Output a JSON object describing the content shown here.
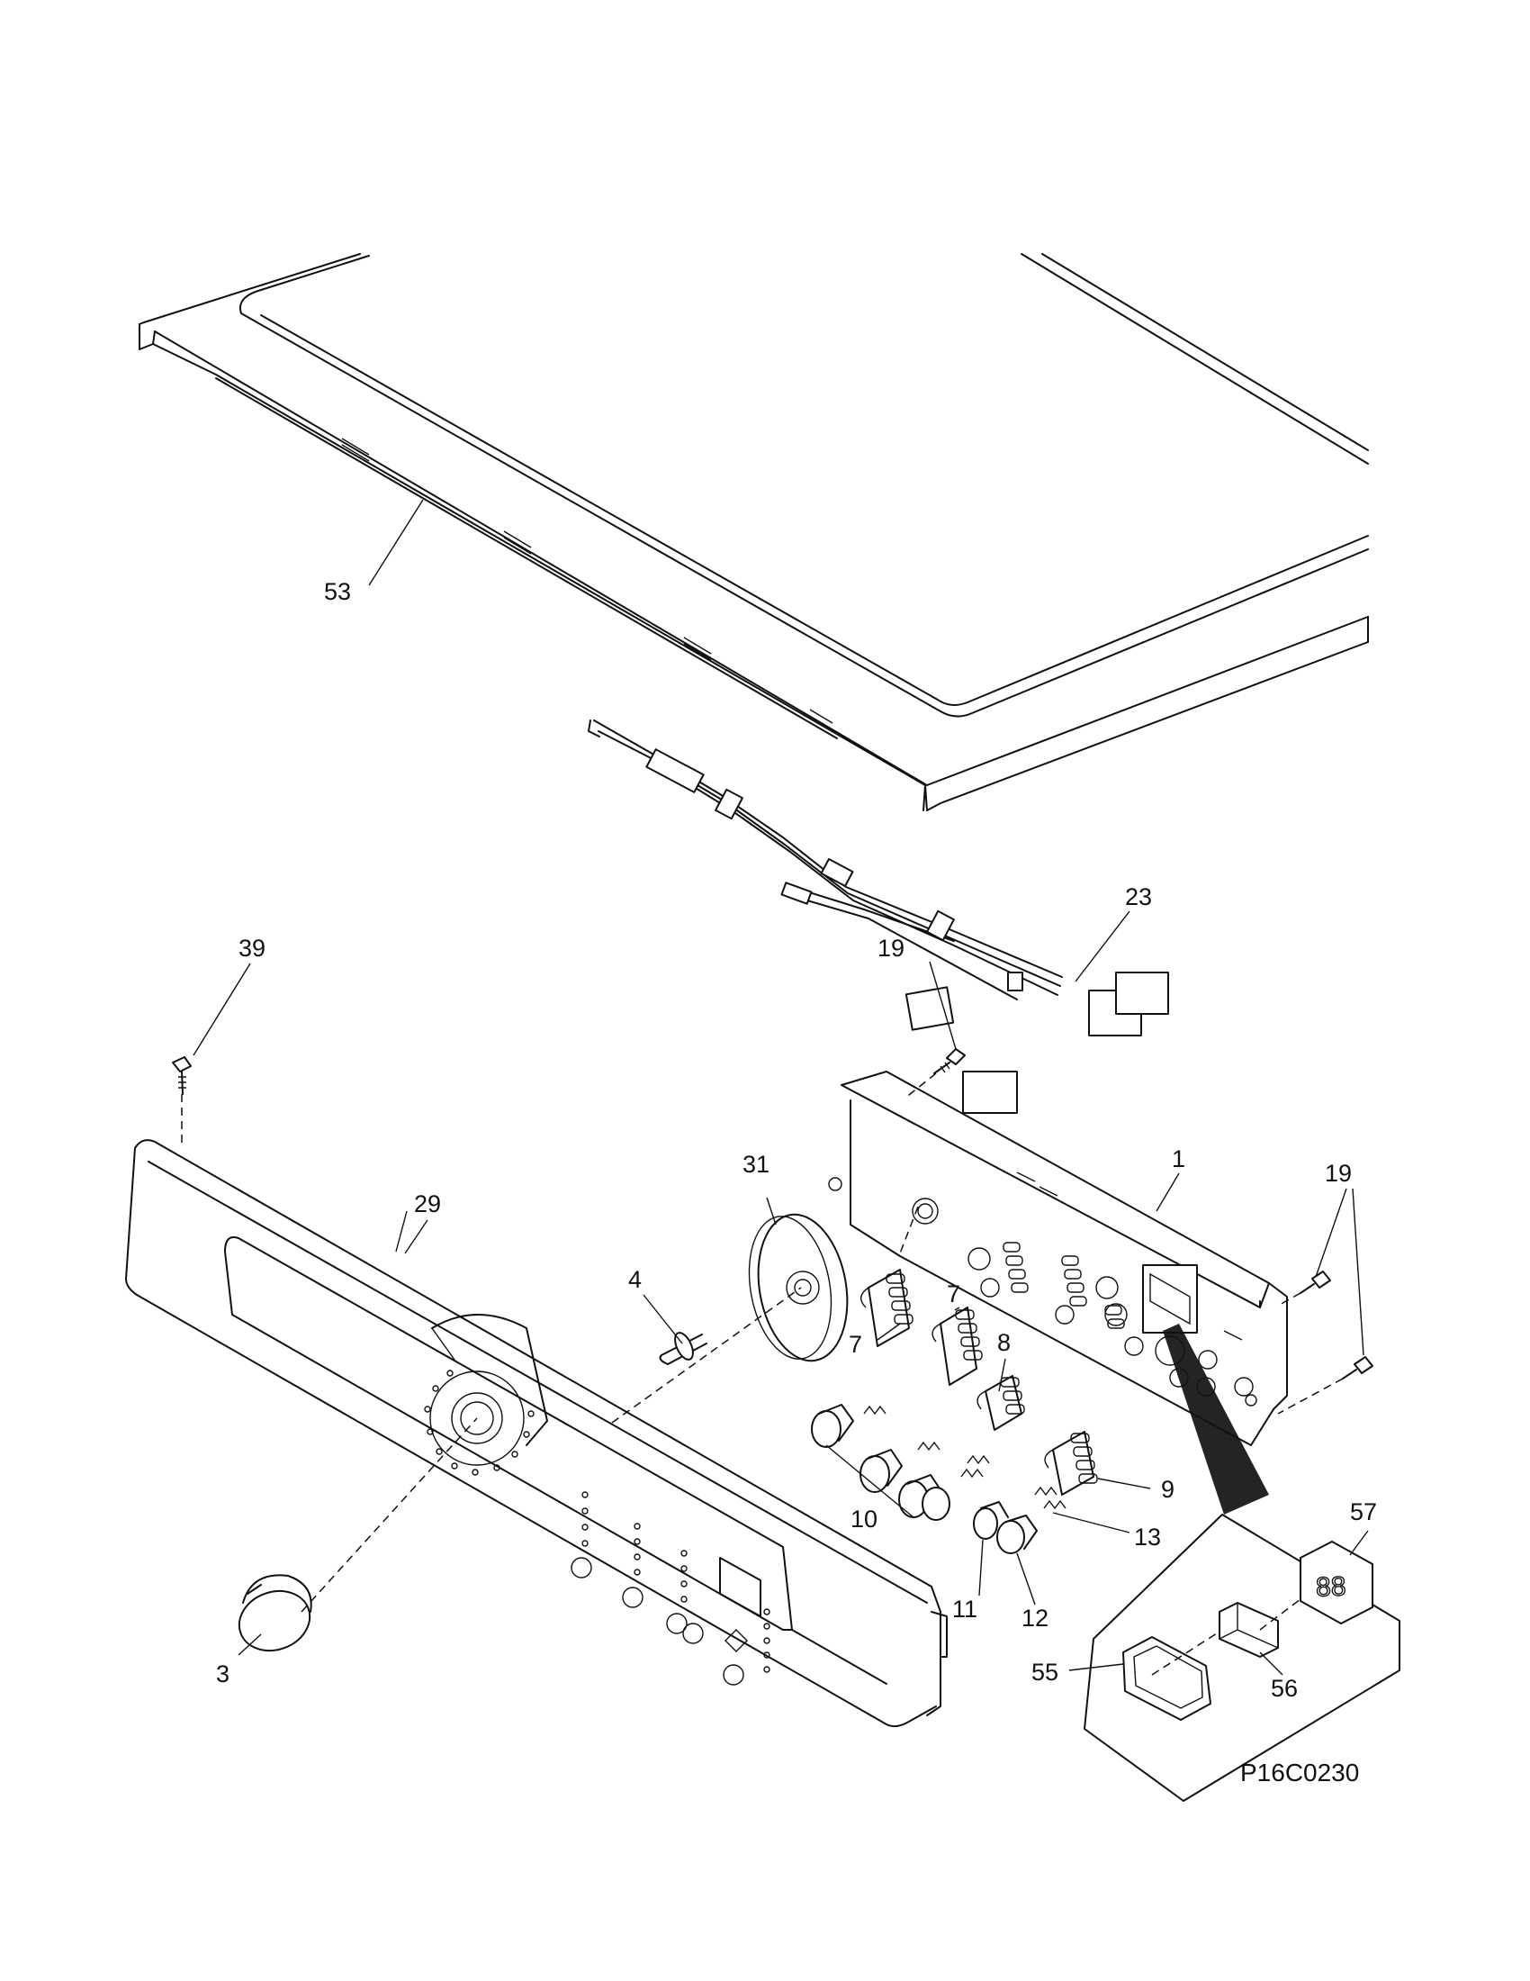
{
  "diagram": {
    "drawing_code": "P16C0230",
    "callouts": [
      {
        "id": "53",
        "text": "53"
      },
      {
        "id": "23",
        "text": "23"
      },
      {
        "id": "39",
        "text": "39"
      },
      {
        "id": "19a",
        "text": "19"
      },
      {
        "id": "1",
        "text": "1"
      },
      {
        "id": "19b",
        "text": "19"
      },
      {
        "id": "31",
        "text": "31"
      },
      {
        "id": "29",
        "text": "29"
      },
      {
        "id": "4",
        "text": "4"
      },
      {
        "id": "7a",
        "text": "7"
      },
      {
        "id": "7b",
        "text": "7"
      },
      {
        "id": "8",
        "text": "8"
      },
      {
        "id": "9",
        "text": "9"
      },
      {
        "id": "10",
        "text": "10"
      },
      {
        "id": "13",
        "text": "13"
      },
      {
        "id": "11",
        "text": "11"
      },
      {
        "id": "12",
        "text": "12"
      },
      {
        "id": "57",
        "text": "57"
      },
      {
        "id": "3",
        "text": "3"
      },
      {
        "id": "55",
        "text": "55"
      },
      {
        "id": "56",
        "text": "56"
      }
    ]
  }
}
